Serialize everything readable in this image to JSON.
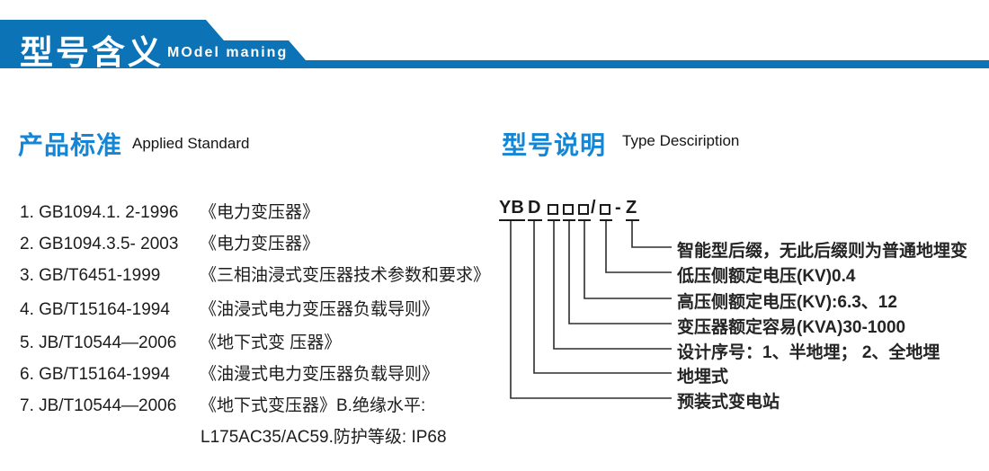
{
  "header": {
    "title": "型号含义",
    "subtitle": "MOdel maning"
  },
  "colors": {
    "banner_blue": "#0C73B7",
    "heading_blue": "#1486D6",
    "line_color": "#2d2d2d"
  },
  "left_section": {
    "heading_cn": "产品标准",
    "heading_en": "Applied Standard",
    "items": [
      {
        "code": "1. GB1094.1. 2-1996",
        "title": "《电力变压器》"
      },
      {
        "code": "2. GB1094.3.5- 2003",
        "title": "《电力变压器》"
      },
      {
        "code": "3. GB/T6451-1999",
        "title": "《三相油浸式变压器技术参数和要求》"
      },
      {
        "code": "4. GB/T15164-1994",
        "title": "《油浸式电力变压器负载导则》"
      },
      {
        "code": "5. JB/T10544—2006",
        "title": "《地下式变 压器》"
      },
      {
        "code": "6. GB/T15164-1994",
        "title": "《油漫式电力变压器负载导则》"
      },
      {
        "code": "7. JB/T10544—2006",
        "title": "《地下式变压器》B.绝缘水平:"
      }
    ],
    "continuation": "L175AC35/AC59.防护等级: IP68"
  },
  "right_section": {
    "heading_cn": "型号说明",
    "heading_en": "Type Desciription",
    "model_code": {
      "yb": "YB",
      "d": "D",
      "slash": "/",
      "dash": "-",
      "z": "Z"
    },
    "labels": [
      "智能型后缀，无此后缀则为普通地埋变",
      "低压侧额定电压(KV)0.4",
      "高压侧额定电压(KV):6.3、12",
      "变压器额定容易(KVA)30-1000",
      "设计序号：1、半地埋； 2、全地埋",
      "地埋式",
      "预装式变电站"
    ]
  }
}
